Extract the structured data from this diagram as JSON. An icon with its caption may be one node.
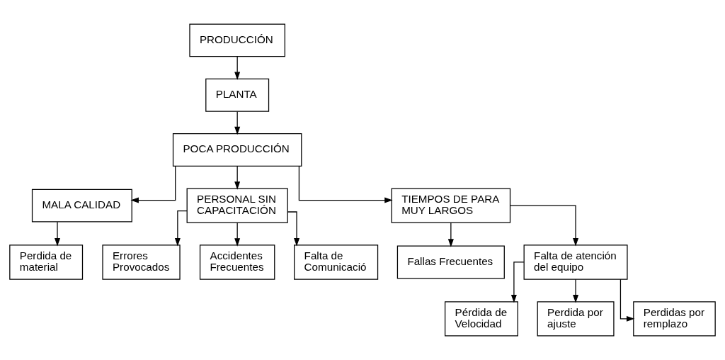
{
  "diagram": {
    "nodes": [
      {
        "text": [
          "PRODUCCIÓN"
        ]
      },
      {
        "text": [
          "PLANTA"
        ]
      },
      {
        "text": [
          "POCA PRODUCCIÓN"
        ]
      },
      {
        "text": [
          "MALA CALIDAD"
        ]
      },
      {
        "text": [
          "Perdida de material"
        ]
      },
      {
        "text": [
          "PERSONAL SIN CAPACITACIÓN"
        ]
      },
      {
        "text": [
          "TIEMPOS DE PARA MUY LARGOS"
        ]
      },
      {
        "text": [
          "Fallas Frecuentes"
        ]
      },
      {
        "text": [
          "Falta de atención del equipo"
        ]
      },
      {
        "text": [
          "Errores Provocados"
        ]
      },
      {
        "text": [
          "Accidentes Frecuentes"
        ]
      },
      {
        "text": [
          "Falta de Comunicació"
        ]
      },
      {
        "text": [
          "Pérdida de Velocidad"
        ]
      },
      {
        "text": [
          "Perdida por ajuste"
        ]
      },
      {
        "text": [
          "Perdidas por remplazo"
        ]
      }
    ],
    "edges": [
      {
        "from": 0,
        "to": 1,
        "arrow": "to"
      },
      {
        "from": 1,
        "to": 2,
        "arrow": "to"
      },
      {
        "from": 2,
        "to": 3,
        "arrow": "to"
      },
      {
        "from": 2,
        "to": 5,
        "arrow": "to"
      },
      {
        "from": 2,
        "to": 6,
        "arrow": "to"
      },
      {
        "from": 3,
        "to": 4,
        "arrow": "to"
      },
      {
        "from": 6,
        "to": 7,
        "arrow": "to"
      },
      {
        "from": 6,
        "to": 8,
        "arrow": "to"
      },
      {
        "from": 5,
        "to": 9,
        "arrow": "to"
      },
      {
        "from": 5,
        "to": 10,
        "arrow": "to"
      },
      {
        "from": 5,
        "to": 11,
        "arrow": "to"
      },
      {
        "from": 8,
        "to": 12,
        "arrow": "to"
      },
      {
        "from": 8,
        "to": 13,
        "arrow": "to"
      },
      {
        "from": 8,
        "to": 14,
        "arrow": "to"
      }
    ]
  }
}
